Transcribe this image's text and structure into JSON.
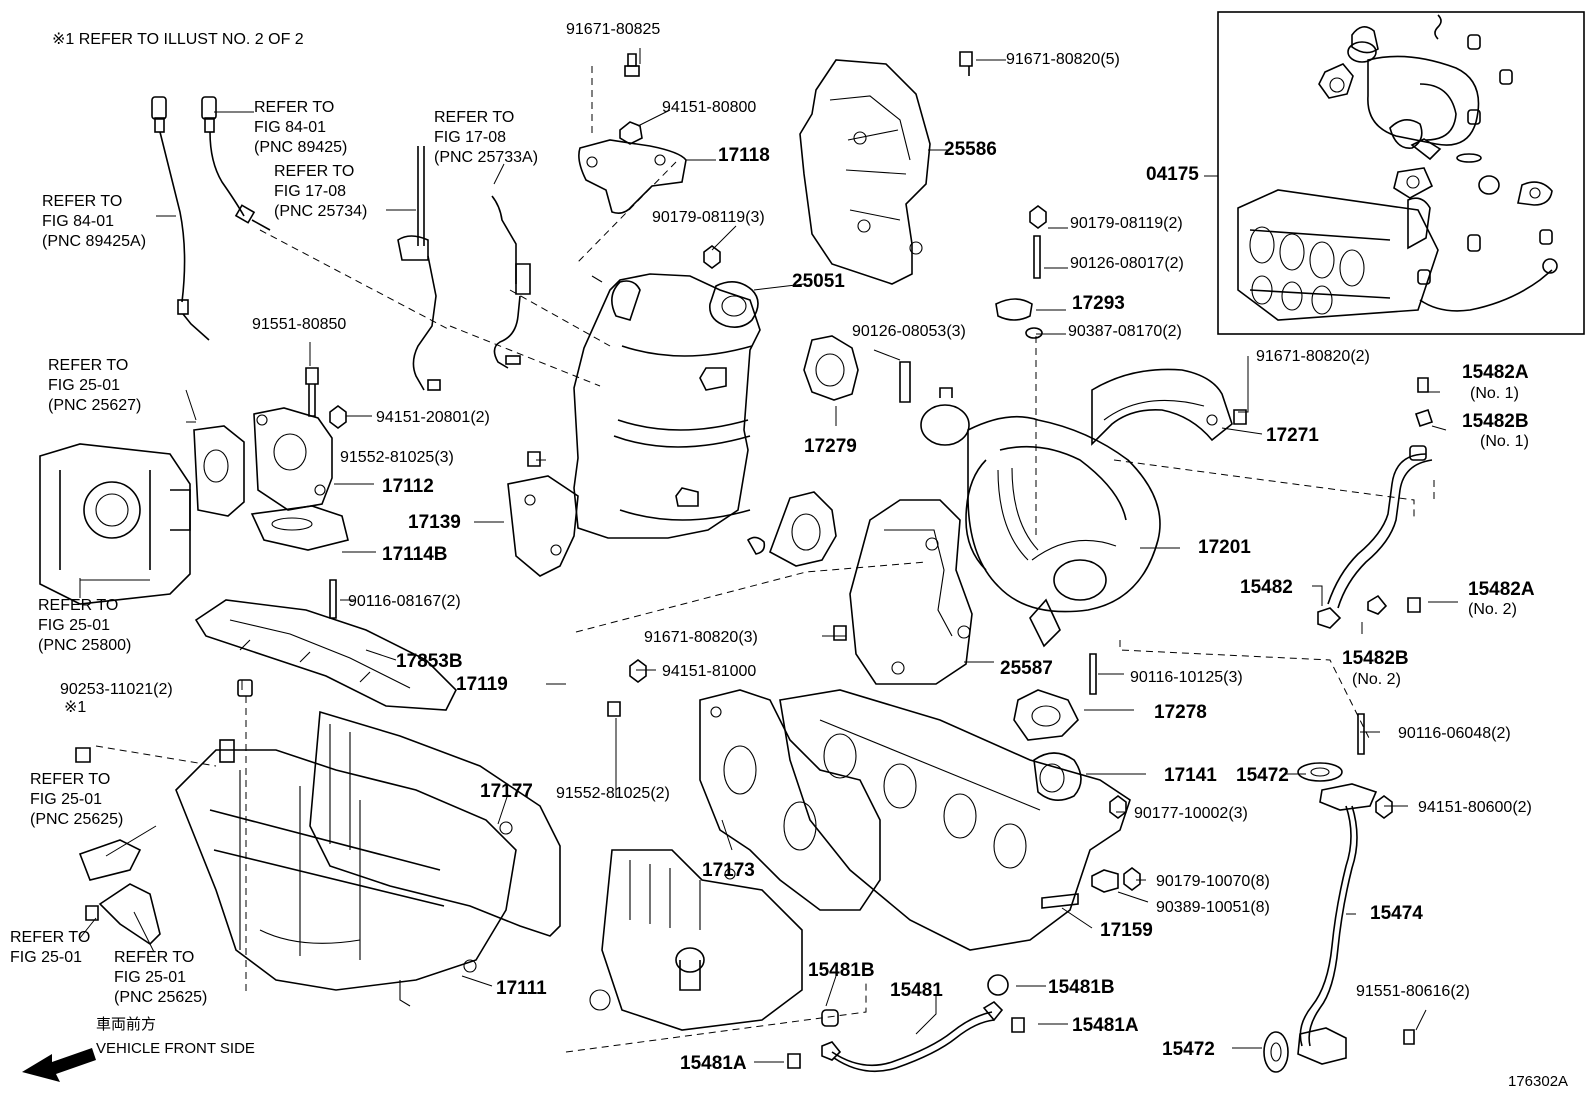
{
  "notes": {
    "top_note": "※1  REFER TO ILLUST NO. 2 OF 2",
    "front_jp": "車両前方",
    "front_en": "VEHICLE FRONT SIDE",
    "illust_id": "176302A",
    "star": "※1"
  },
  "refs": {
    "r1": [
      "REFER TO",
      "FIG 84-01",
      "(PNC 89425)"
    ],
    "r2": [
      "REFER TO",
      "FIG 84-01",
      "(PNC 89425A)"
    ],
    "r3": [
      "REFER TO",
      "FIG 17-08",
      "(PNC 25734)"
    ],
    "r4": [
      "REFER TO",
      "FIG 17-08",
      "(PNC 25733A)"
    ],
    "r5": [
      "REFER TO",
      "FIG 25-01",
      "(PNC 25627)"
    ],
    "r6": [
      "REFER TO",
      "FIG 25-01",
      "(PNC 25800)"
    ],
    "r7": [
      "REFER TO",
      "FIG 25-01",
      "(PNC 25625)"
    ],
    "r8": [
      "REFER TO",
      "FIG 25-01"
    ],
    "r9": [
      "REFER TO",
      "FIG 25-01",
      "(PNC 25625)"
    ]
  },
  "parts": {
    "p91671_80825": "91671-80825",
    "p94151_80800": "94151-80800",
    "p17118": "17118",
    "p90179_08119_3": "90179-08119(3)",
    "p25051": "25051",
    "p91671_80820_5": "91671-80820(5)",
    "p25586": "25586",
    "p04175": "04175",
    "p90179_08119_2": "90179-08119(2)",
    "p90126_08017_2": "90126-08017(2)",
    "p17293": "17293",
    "p90387_08170_2": "90387-08170(2)",
    "p90126_08053_3": "90126-08053(3)",
    "p17279": "17279",
    "p91671_80820_2": "91671-80820(2)",
    "p15482A_1": "15482A",
    "p15482A_1_sub": "(No. 1)",
    "p15482B_1": "15482B",
    "p15482B_1_sub": "(No. 1)",
    "p17271": "17271",
    "p91551_80850": "91551-80850",
    "p94151_20801_2": "94151-20801(2)",
    "p91552_81025_3": "91552-81025(3)",
    "p17112": "17112",
    "p17139": "17139",
    "p17114B": "17114B",
    "p17201": "17201",
    "p15482": "15482",
    "p15482A_2": "15482A",
    "p15482A_2_sub": "(No. 2)",
    "p15482B_2": "15482B",
    "p15482B_2_sub": "(No. 2)",
    "p90116_08167_2": "90116-08167(2)",
    "p91671_80820_3": "91671-80820(3)",
    "p17853B": "17853B",
    "p17119": "17119",
    "p94151_81000": "94151-81000",
    "p25587": "25587",
    "p90116_10125_3": "90116-10125(3)",
    "p90253_11021_2": "90253-11021(2)",
    "p17278": "17278",
    "p90116_06048_2": "90116-06048(2)",
    "p91552_81025_2": "91552-81025(2)",
    "p17141": "17141",
    "p15472_a": "15472",
    "p17177": "17177",
    "p90177_10002_3": "90177-10002(3)",
    "p94151_80600_2": "94151-80600(2)",
    "p17173": "17173",
    "p90179_10070_8": "90179-10070(8)",
    "p90389_10051_8": "90389-10051(8)",
    "p15474": "15474",
    "p17159": "17159",
    "p15481B_a": "15481B",
    "p15481": "15481",
    "p15481B_b": "15481B",
    "p17111": "17111",
    "p15481A_b": "15481A",
    "p91551_80616_2": "91551-80616(2)",
    "p15481A_a": "15481A",
    "p15472_b": "15472"
  }
}
